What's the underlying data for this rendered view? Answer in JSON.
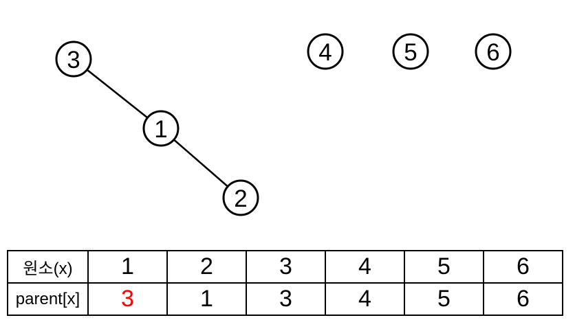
{
  "diagram": {
    "description": "disjoint-set forest",
    "nodes": [
      {
        "id": "3",
        "label": "3"
      },
      {
        "id": "1",
        "label": "1"
      },
      {
        "id": "2",
        "label": "2"
      },
      {
        "id": "4",
        "label": "4"
      },
      {
        "id": "5",
        "label": "5"
      },
      {
        "id": "6",
        "label": "6"
      }
    ],
    "edges": [
      {
        "from": "3",
        "to": "1"
      },
      {
        "from": "1",
        "to": "2"
      }
    ]
  },
  "table": {
    "rows": [
      {
        "header": "원소(x)",
        "values": [
          "1",
          "2",
          "3",
          "4",
          "5",
          "6"
        ]
      },
      {
        "header": "parent[x]",
        "values": [
          "3",
          "1",
          "3",
          "4",
          "5",
          "6"
        ]
      }
    ],
    "highlight": {
      "row": 1,
      "col": 0,
      "color": "#ff0000"
    }
  },
  "colors": {
    "element_header_bg": "#c6e0b4",
    "parent_header_bg": "#bdd7ee",
    "highlight_text": "#ff0000",
    "stroke": "#000000",
    "background": "#ffffff"
  }
}
